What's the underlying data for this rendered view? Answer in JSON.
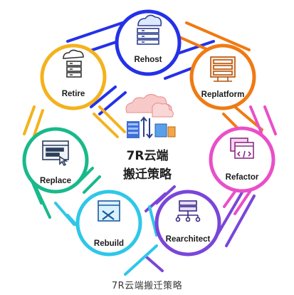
{
  "diagram": {
    "center": {
      "line1": "7R云端",
      "line2": "搬迁策略"
    },
    "nodes": [
      {
        "label": "Rehost",
        "color": "#2431e8",
        "icon": "cloud-server-icon"
      },
      {
        "label": "Replatform",
        "color": "#f07a12",
        "icon": "server-rack-icon"
      },
      {
        "label": "Refactor",
        "color": "#e94fc8",
        "icon": "code-windows-icon"
      },
      {
        "label": "Rearchitect",
        "color": "#7a46d8",
        "icon": "network-server-icon"
      },
      {
        "label": "Rebuild",
        "color": "#2ec7e8",
        "icon": "tools-browser-icon"
      },
      {
        "label": "Replace",
        "color": "#19b98a",
        "icon": "form-cursor-icon"
      },
      {
        "label": "Retire",
        "color": "#f4b21d",
        "icon": "database-cloud-icon"
      }
    ]
  },
  "caption": "7R云端搬迁策略"
}
